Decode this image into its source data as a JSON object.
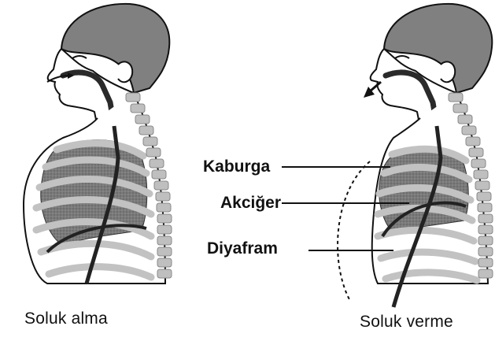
{
  "figure": {
    "captions": {
      "inhale": "Soluk alma",
      "exhale": "Soluk verme"
    },
    "labels": {
      "ribs": "Kaburga",
      "lung": "Akciğer",
      "diaphragm": "Diyafram"
    },
    "colors": {
      "head": "#7f7f7f",
      "lung": "#777777",
      "ribs": "#bdbdbd",
      "outline": "#111111",
      "airway": "#222222"
    },
    "icons": {
      "inhale_arrow": "arrow-in-icon",
      "exhale_arrow": "arrow-out-icon"
    }
  }
}
